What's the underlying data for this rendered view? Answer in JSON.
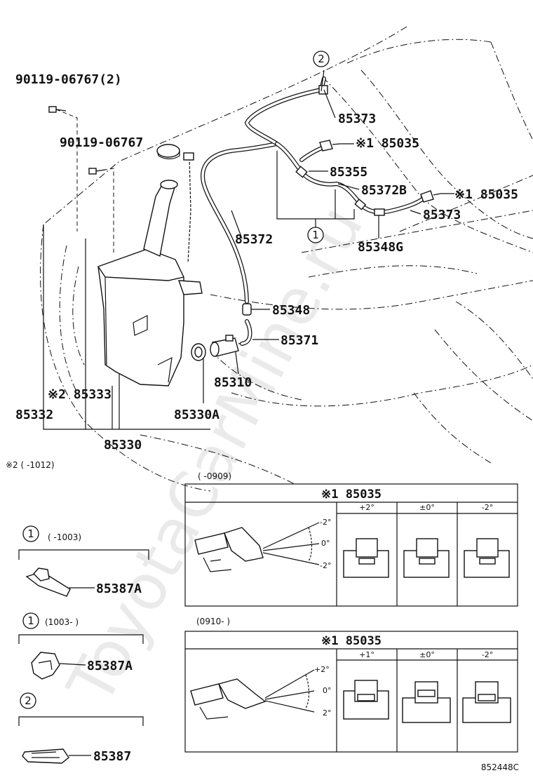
{
  "watermark": "ToyotaCarMine.ru",
  "callouts": {
    "one": "1",
    "two": "2"
  },
  "labels": {
    "bolt_qty2": "90119-06767(2)",
    "bolt": "90119-06767",
    "p85373_top": "85373",
    "p85035_top": "※1 85035",
    "p85355": "85355",
    "p85372b": "85372B",
    "p85035_right": "※1 85035",
    "p85373_right": "85373",
    "p85348g": "85348G",
    "p85372": "85372",
    "p85348": "85348",
    "p85371": "85371",
    "p85310": "85310",
    "p85333": "※2 85333",
    "p85332": "85332",
    "p85330a": "85330A",
    "p85330": "85330"
  },
  "notes": {
    "note2": "※2 (    -1012)"
  },
  "insets": {
    "clip1_old": {
      "range": "(    -1003)",
      "part": "85387A"
    },
    "clip1_new": {
      "range": "(1003-    )",
      "part": "85387A"
    },
    "clip2": {
      "part": "85387"
    }
  },
  "tables": {
    "old": {
      "range": "(    -0909)",
      "title": "※1 85035",
      "cols": [
        "+2°",
        "±0°",
        "-2°"
      ],
      "angles": [
        "-2°",
        "0°",
        "-2°"
      ]
    },
    "new": {
      "range": "(0910-    )",
      "title": "※1 85035",
      "cols": [
        "+1°",
        "±0°",
        "-2°"
      ],
      "angles": [
        "+2°",
        "0°",
        "2°"
      ]
    }
  },
  "diagram_id": "852448C"
}
